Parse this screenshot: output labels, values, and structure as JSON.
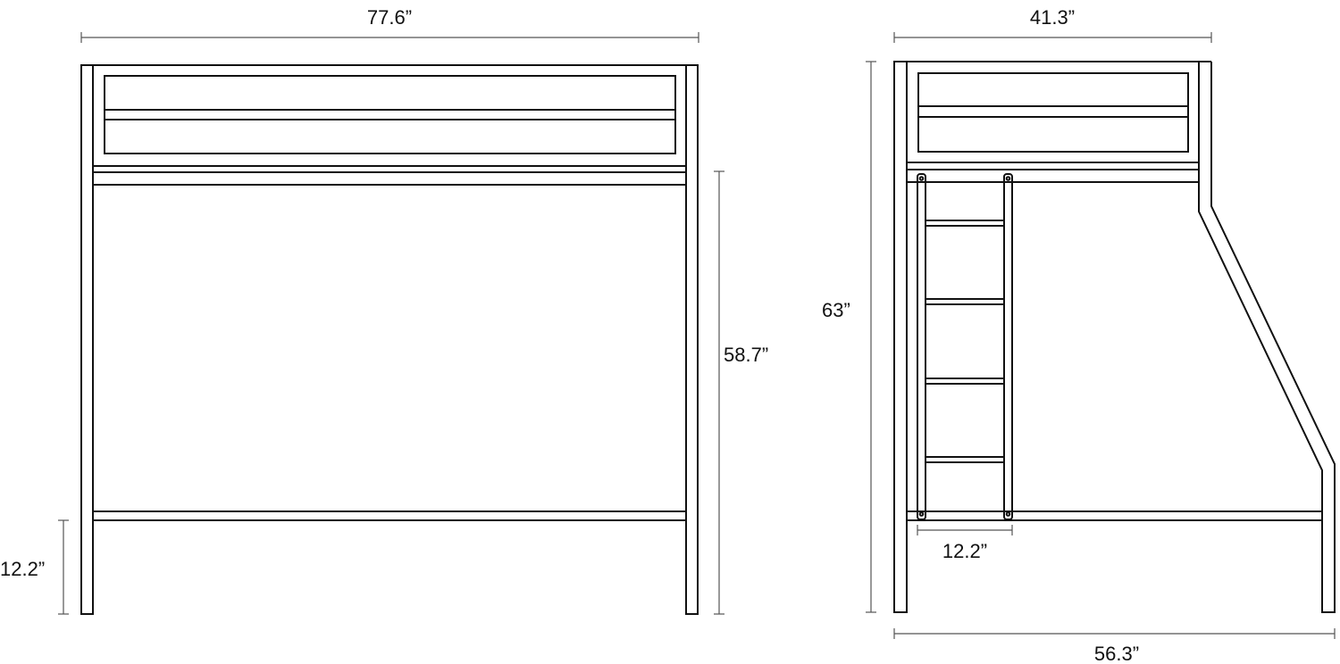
{
  "front_view": {
    "width_label": "77.6”",
    "height_to_top_rail_label": "58.7”",
    "bottom_clearance_label": "12.2”"
  },
  "side_view": {
    "top_depth_label": "41.3”",
    "total_height_label": "63”",
    "ladder_width_label": "12.2”",
    "bottom_depth_label": "56.3”"
  },
  "colors": {
    "line": "#111111",
    "dimension": "#555555",
    "background": "#ffffff"
  }
}
